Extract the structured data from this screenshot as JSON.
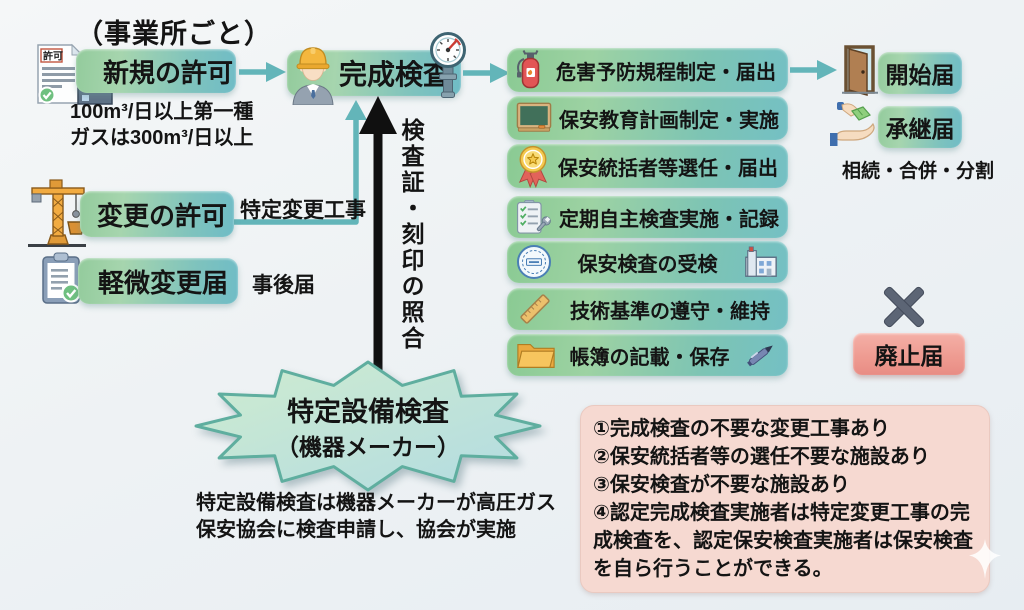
{
  "page": {
    "heading": "（事業所ごと）"
  },
  "colors": {
    "pill_gradient_left": "#93cb9c",
    "pill_gradient_right": "#6fbcc6",
    "duty_gradient_left": "#8aca93",
    "duty_gradient_right": "#74c0c4",
    "arrow_teal": "#63b5b9",
    "arrow_black": "#111111",
    "abolition_fill": "#ee9a90",
    "notes_bg": "#f6d9d1",
    "starburst_fill": "#c6e7d0",
    "text": "#141414"
  },
  "left_flow": {
    "new_permit": {
      "label": "新規の許可",
      "icon": "permit-document-factory-icon",
      "doc_stamp": "許可",
      "caption_line1": "100m³/日以上第一種",
      "caption_line2": "ガスは300m³/日以上"
    },
    "change_permit": {
      "label": "変更の許可",
      "icon": "crane-icon",
      "side_label": "特定変更工事"
    },
    "minor_change": {
      "label": "軽微変更届",
      "icon": "clipboard-check-icon",
      "side_label": "事後届"
    }
  },
  "completion": {
    "label": "完成検査",
    "left_icon": "worker-helmet-icon",
    "right_icon": "pressure-gauge-icon",
    "vertical_label": "検査証・刻印の照合"
  },
  "starburst": {
    "title": "特定設備検査",
    "subtitle": "（機器メーカー）",
    "caption_line1": "特定設備検査は機器メーカーが高圧ガス",
    "caption_line2": "保安協会に検査申請し、協会が実施"
  },
  "duty_list": [
    {
      "label": "危害予防規程制定・届出",
      "icon": "fire-extinguisher-icon"
    },
    {
      "label": "保安教育計画制定・実施",
      "icon": "blackboard-icon"
    },
    {
      "label": "保安統括者等選任・届出",
      "icon": "medal-icon"
    },
    {
      "label": "定期自主検査実施・記録",
      "icon": "checklist-wrench-icon"
    },
    {
      "label": "保安検査の受検",
      "icon": "inspection-seal-icon",
      "right_icon": "factory-icon"
    },
    {
      "label": "技術基準の遵守・維持",
      "icon": "ruler-icon"
    },
    {
      "label": "帳簿の記載・保存",
      "icon": "folder-icon",
      "right_icon": "pen-icon"
    }
  ],
  "right_flow": {
    "start": {
      "label": "開始届",
      "icon": "open-door-icon"
    },
    "succession": {
      "label": "承継届",
      "icon": "handover-icon"
    },
    "caption": "相続・合併・分割"
  },
  "abolition": {
    "label": "廃止届",
    "mark": "×",
    "mark_icon": "x-mark-icon"
  },
  "notes": {
    "items": [
      "①完成検査の不要な変更工事あり",
      "②保安統括者等の選任不要な施設あり",
      "③保安検査が不要な施設あり",
      "④認定完成検査実施者は特定変更工事の完成検査を、認定保安検査実施者は保安検査を自ら行うことができる。"
    ]
  }
}
